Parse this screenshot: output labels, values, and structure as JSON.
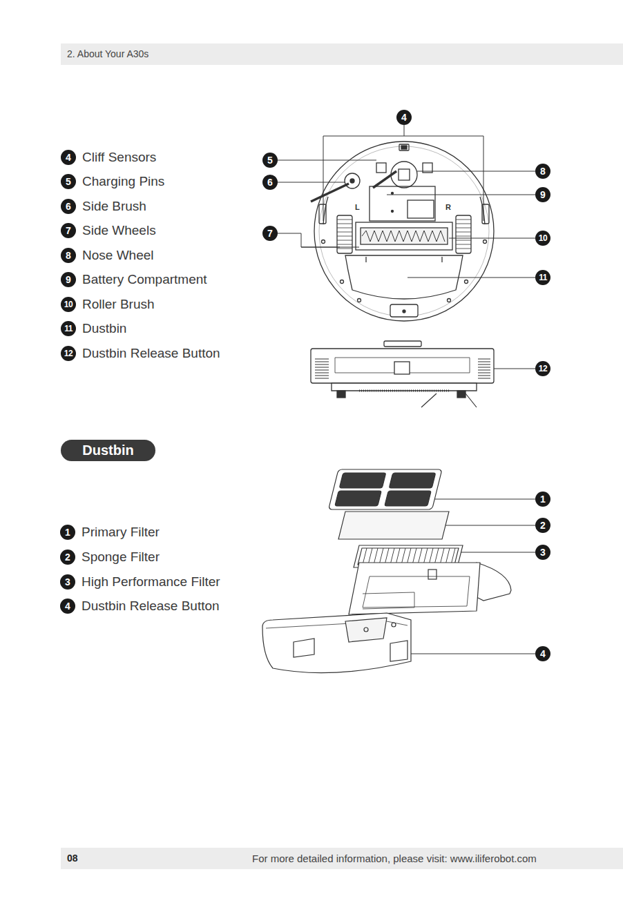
{
  "diagram": {
    "nodes": [
      {
        "text": [
          "2. About Your A30s"
        ]
      },
      {
        "text": [
          "4"
        ]
      },
      {
        "text": [
          "5"
        ]
      },
      {
        "text": [
          "6"
        ]
      },
      {
        "text": [
          "7"
        ]
      },
      {
        "text": [
          "8"
        ]
      },
      {
        "text": [
          "9"
        ]
      },
      {
        "text": [
          "10"
        ]
      },
      {
        "text": [
          "11"
        ]
      },
      {
        "text": [
          "12"
        ]
      },
      {
        "text": [
          "4"
        ]
      },
      {
        "text": [
          "5"
        ]
      },
      {
        "text": [
          "6"
        ]
      },
      {
        "text": [
          "7"
        ]
      },
      {
        "text": [
          "8"
        ]
      },
      {
        "text": [
          "9"
        ]
      },
      {
        "text": [
          "10"
        ]
      },
      {
        "text": [
          "11"
        ]
      },
      {
        "text": [
          "12"
        ]
      },
      {
        "text": [
          "Dustbin"
        ]
      },
      {
        "text": [
          "1"
        ]
      },
      {
        "text": [
          "2"
        ]
      },
      {
        "text": [
          "3"
        ]
      },
      {
        "text": [
          "4"
        ]
      },
      {
        "text": [
          "1"
        ]
      },
      {
        "text": [
          "2"
        ]
      },
      {
        "text": [
          "3"
        ]
      },
      {
        "text": [
          "4"
        ]
      },
      {
        "text": [
          "08",
          "For more detailed information, please visit: www.iliferobot.com"
        ]
      }
    ],
    "labels": [
      "Cliff Sensors",
      "Charging Pins",
      "Side Brush",
      "Side Wheels",
      "Nose Wheel",
      "Battery Compartment",
      "Roller Brush",
      "Dustbin",
      "Dustbin Release Button",
      "Primary Filter",
      "Sponge Filter",
      "High Performance Filter",
      "Dustbin Release Button",
      "L",
      "R"
    ]
  }
}
